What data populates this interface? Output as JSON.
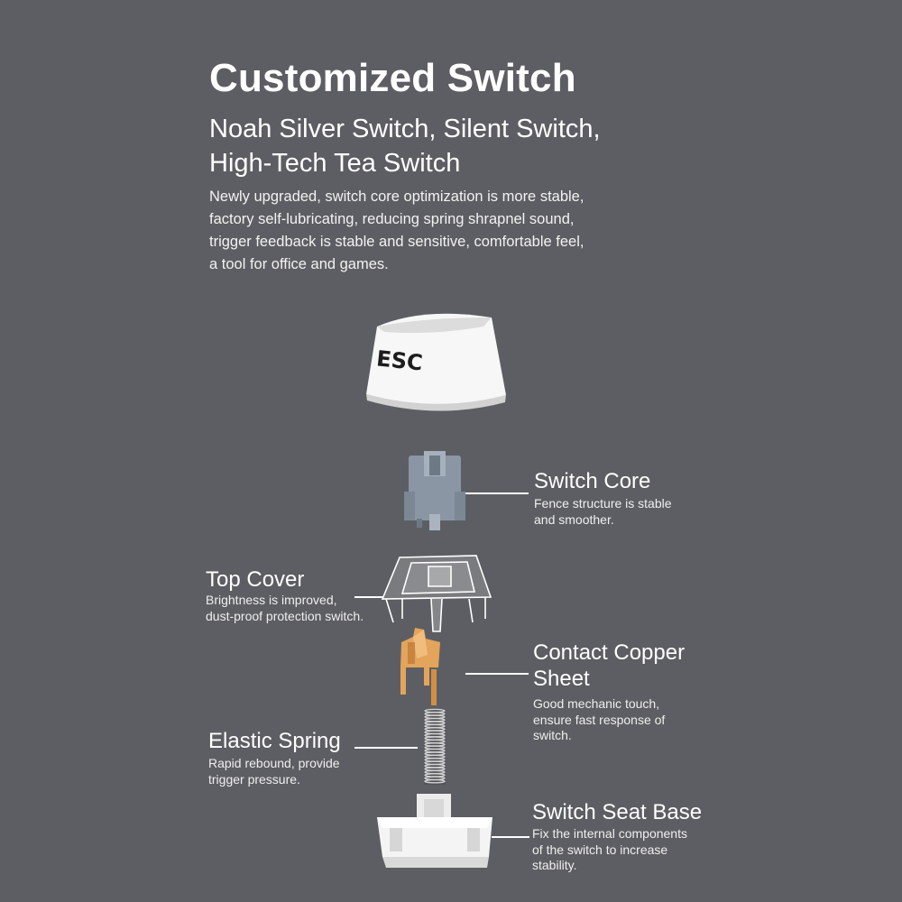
{
  "header": {
    "title": "Customized Switch",
    "subtitle_line1": "Noah Silver Switch, Silent Switch,",
    "subtitle_line2": "High-Tech Tea Switch",
    "desc_line1": "Newly upgraded, switch core optimization is more stable,",
    "desc_line2": "factory self-lubricating, reducing spring shrapnel sound,",
    "desc_line3": "trigger feedback is stable and sensitive, comfortable feel,",
    "desc_line4": "a tool for office and games."
  },
  "keycap": {
    "legend": "ESC"
  },
  "parts": {
    "core": {
      "title": "Switch Core",
      "desc_line1": "Fence structure is stable",
      "desc_line2": "and smoother."
    },
    "cover": {
      "title": "Top Cover",
      "desc_line1": "Brightness is improved,",
      "desc_line2": "dust-proof protection switch."
    },
    "copper": {
      "title_line1": "Contact Copper",
      "title_line2": "Sheet",
      "desc_line1": "Good mechanic touch,",
      "desc_line2": "ensure fast response of",
      "desc_line3": "switch."
    },
    "spring": {
      "title": "Elastic Spring",
      "desc_line1": "Rapid rebound, provide",
      "desc_line2": "trigger pressure."
    },
    "base": {
      "title": "Switch Seat Base",
      "desc_line1": "Fix the internal components",
      "desc_line2": "of the switch to increase",
      "desc_line3": "stability."
    }
  },
  "colors": {
    "background": "#5d5e63",
    "text": "#ffffff",
    "core": "#8a96a4",
    "copper": "#e3a45c",
    "keycap": "#f7f7f7"
  }
}
